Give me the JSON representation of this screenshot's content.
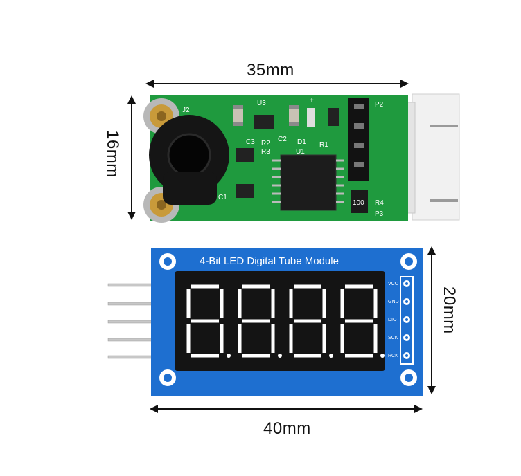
{
  "dimensions": {
    "top_width": "35mm",
    "top_height": "16mm",
    "bottom_height": "20mm",
    "bottom_width": "40mm"
  },
  "sensor_board": {
    "labels": {
      "u3": "U3",
      "j2": "J2",
      "c3": "C3",
      "r2": "R2",
      "r3": "R3",
      "c2": "C2",
      "d1": "D1",
      "u1": "U1",
      "r1": "R1",
      "c1": "C1",
      "p2": "P2",
      "r4": "R4",
      "p3": "P3",
      "plus": "+",
      "resistor_code": "100"
    },
    "colors": {
      "pcb": "#1f9a3e",
      "jack": "#111111",
      "gold": "#c89a3a",
      "connector": "#eeeeee"
    }
  },
  "led_module": {
    "title": "4-Bit LED Digital Tube Module",
    "pin_labels": [
      "VCC",
      "GND",
      "DIO",
      "SCK",
      "RCK"
    ],
    "colors": {
      "pcb": "#1e6fd0",
      "header": "#f2d21a",
      "display": "#141414",
      "segment": "#ffffff"
    }
  }
}
